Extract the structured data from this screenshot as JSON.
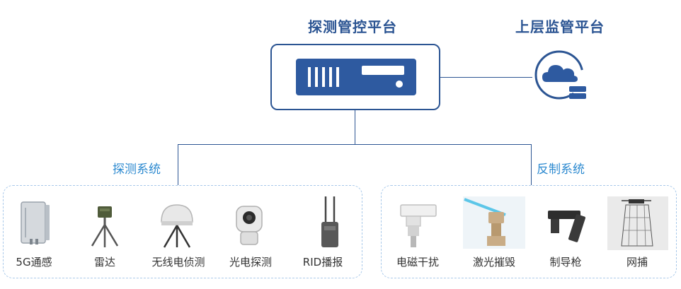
{
  "platform": {
    "title": "探测管控平台"
  },
  "supervisor": {
    "title": "上层监管平台"
  },
  "detection": {
    "title": "探测系统",
    "items": [
      {
        "label": "5G通感",
        "icon": "5g-cabinet-icon"
      },
      {
        "label": "雷达",
        "icon": "radar-tripod-icon"
      },
      {
        "label": "无线电侦测",
        "icon": "radio-dome-icon"
      },
      {
        "label": "光电探测",
        "icon": "optical-camera-icon"
      },
      {
        "label": "RID播报",
        "icon": "rid-antenna-icon"
      }
    ]
  },
  "countermeasure": {
    "title": "反制系统",
    "items": [
      {
        "label": "电磁干扰",
        "icon": "jammer-icon"
      },
      {
        "label": "激光摧毁",
        "icon": "laser-icon"
      },
      {
        "label": "制导枪",
        "icon": "guided-gun-icon"
      },
      {
        "label": "网捕",
        "icon": "net-capture-icon"
      }
    ]
  },
  "colors": {
    "title": "#2c5593",
    "accent": "#2d8ad0",
    "server": "#2e5aa0",
    "dashed_border": "#a9c9ea"
  }
}
